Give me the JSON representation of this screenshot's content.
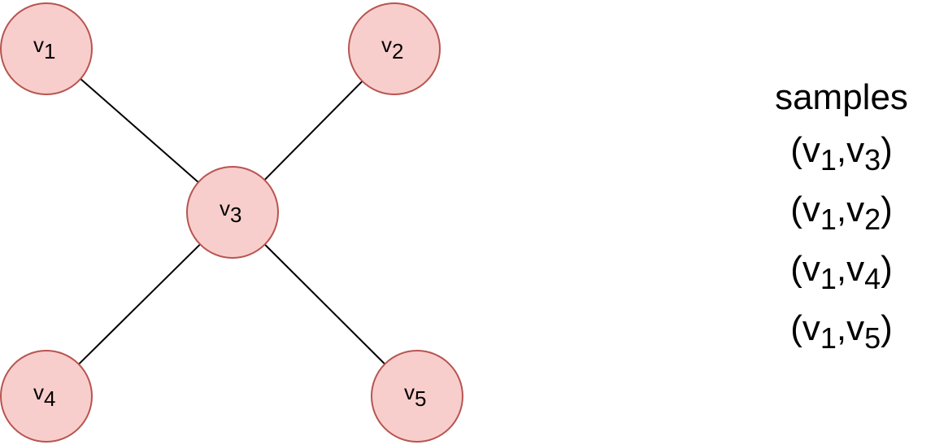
{
  "colors": {
    "node_fill": "#f8cecc",
    "node_stroke": "#b85450",
    "edge": "#000000"
  },
  "graph": {
    "nodes": [
      {
        "id": "v1",
        "base": "v",
        "index": "1"
      },
      {
        "id": "v2",
        "base": "v",
        "index": "2"
      },
      {
        "id": "v3",
        "base": "v",
        "index": "3"
      },
      {
        "id": "v4",
        "base": "v",
        "index": "4"
      },
      {
        "id": "v5",
        "base": "v",
        "index": "5"
      }
    ],
    "edges": [
      {
        "from": "v1",
        "to": "v3"
      },
      {
        "from": "v2",
        "to": "v3"
      },
      {
        "from": "v4",
        "to": "v3"
      },
      {
        "from": "v5",
        "to": "v3"
      }
    ]
  },
  "samples": {
    "title": "samples",
    "pairs": [
      {
        "a_base": "v",
        "a_index": "1",
        "b_base": "v",
        "b_index": "3"
      },
      {
        "a_base": "v",
        "a_index": "1",
        "b_base": "v",
        "b_index": "2"
      },
      {
        "a_base": "v",
        "a_index": "1",
        "b_base": "v",
        "b_index": "4"
      },
      {
        "a_base": "v",
        "a_index": "1",
        "b_base": "v",
        "b_index": "5"
      }
    ]
  }
}
